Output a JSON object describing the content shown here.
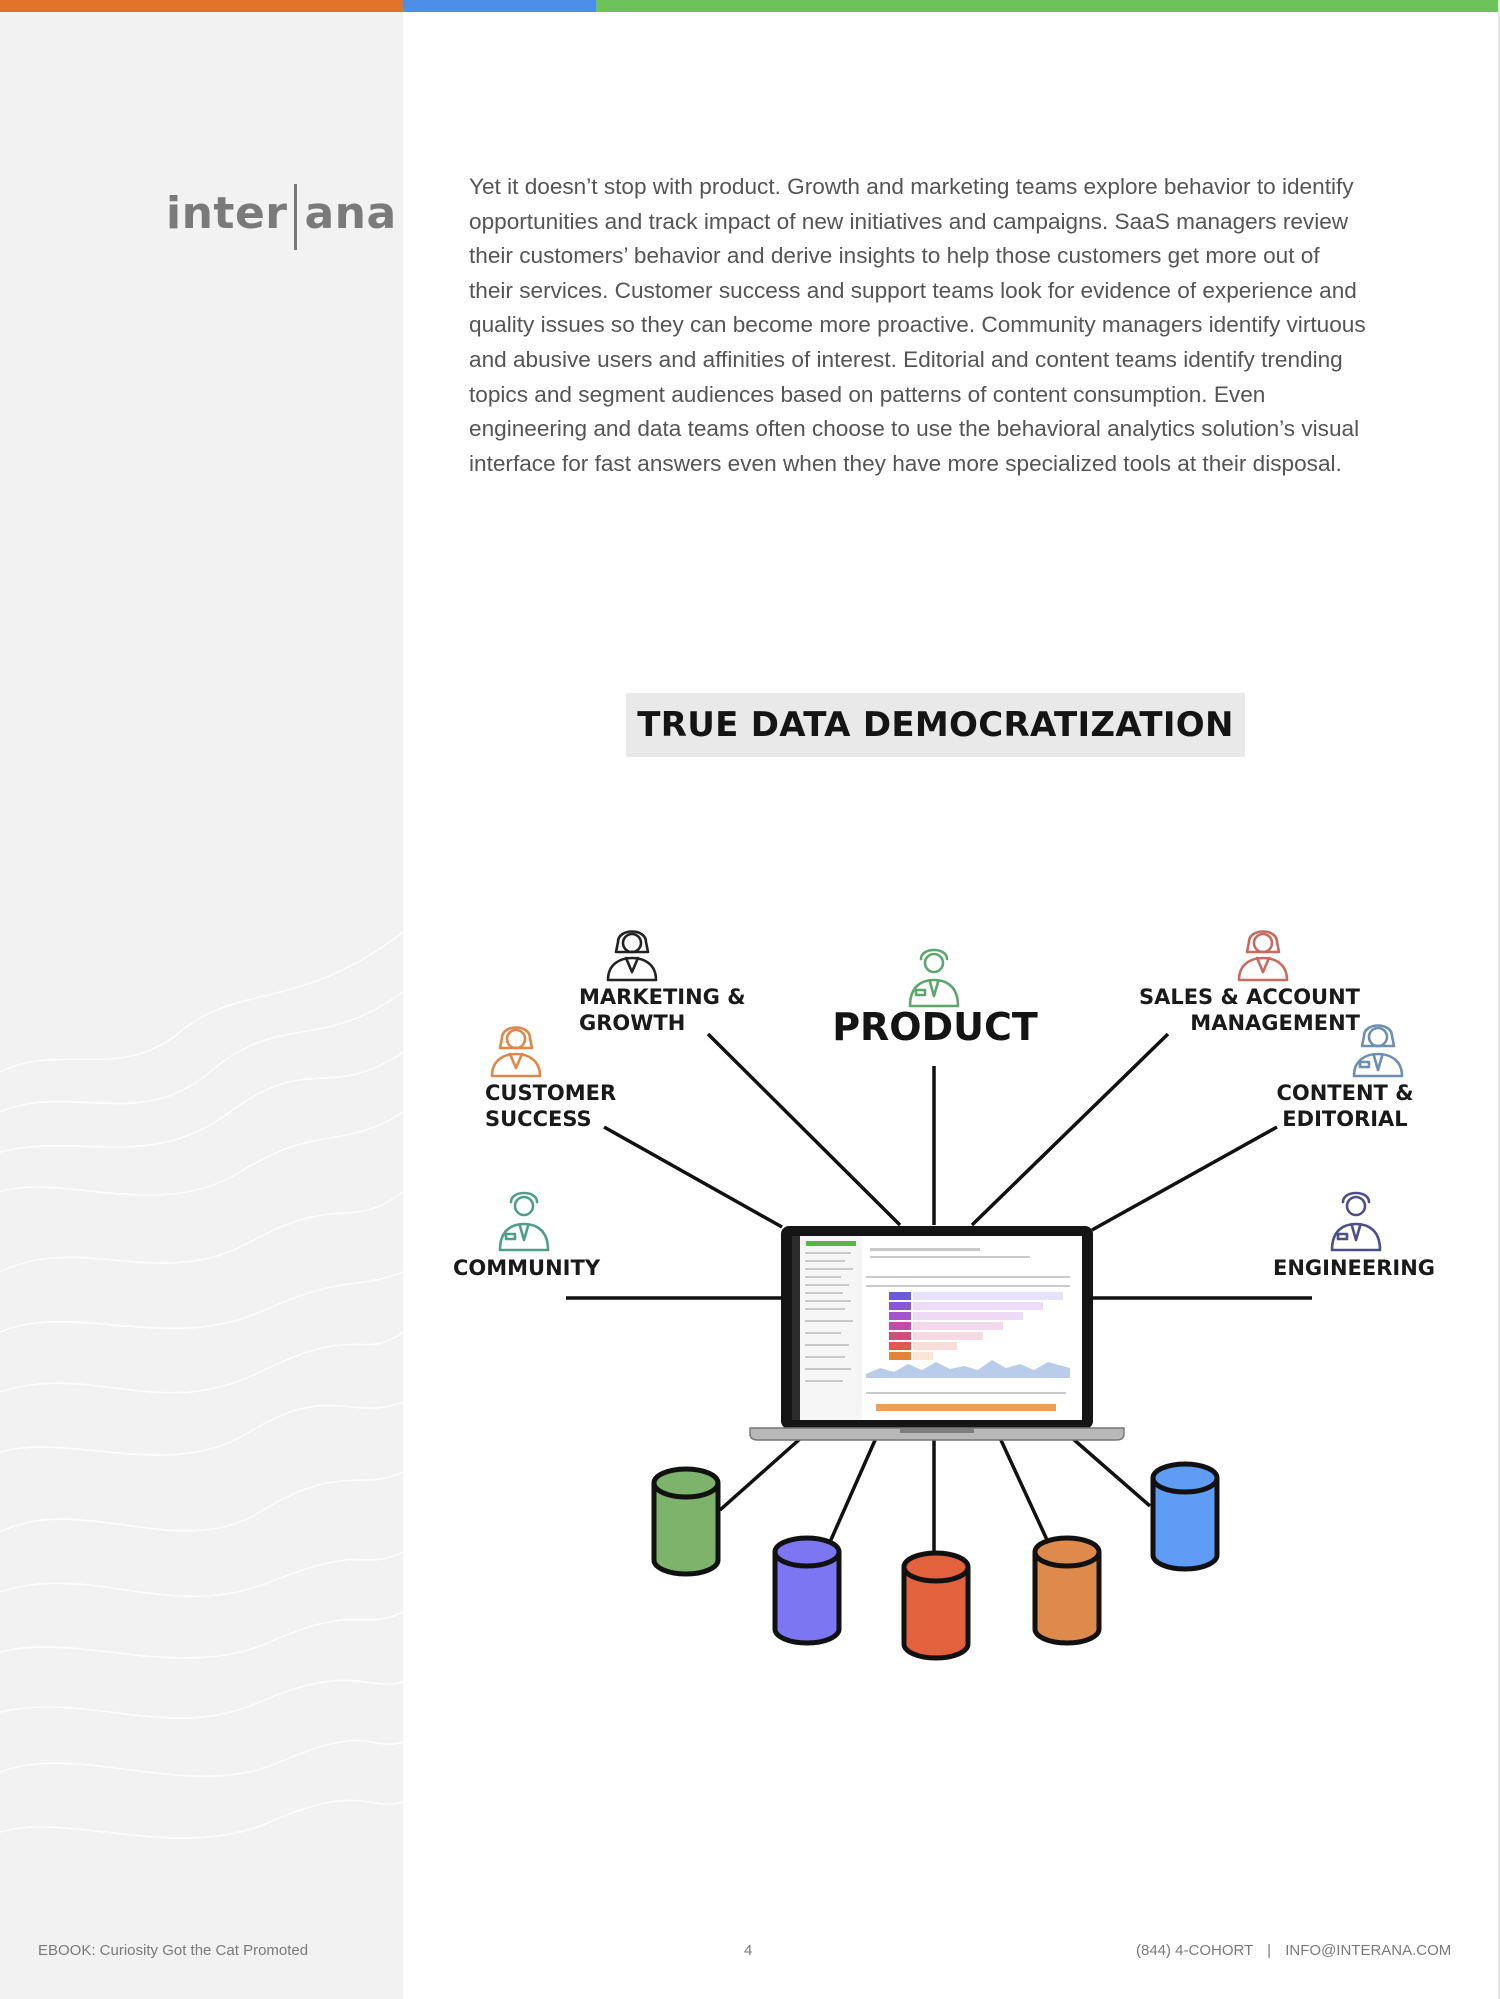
{
  "colors": {
    "bar_orange": "#e0742a",
    "bar_blue": "#4a8ee6",
    "bar_green": "#6cc35a",
    "sidebar_bg": "#f2f2f2",
    "logo_gray": "#7a7a7a",
    "db_green": "#7db36a",
    "db_purple": "#7b76f2",
    "db_red": "#e2623d",
    "db_orange": "#dd8a4c",
    "db_blue": "#5f9cf6"
  },
  "logo": {
    "left": "inter",
    "right": "ana"
  },
  "body_text": "Yet it doesn’t stop with product. Growth and marketing teams explore behavior to identify opportunities and track impact of new initiatives and campaigns. SaaS managers review their customers’ behavior and derive insights to help those customers get more out of their services. Customer success and support teams look for evidence of experience and quality issues so they can become more proactive. Community managers identify virtuous and abusive users and affinities of interest. Editorial and content teams identify trending topics and segment audiences based on patterns of content consumption. Even engineering and data teams often choose to use the behavioral analytics solution’s visual interface for fast answers even when they have more specialized tools at their disposal.",
  "diagram": {
    "title": "TRUE DATA DEMOCRATIZATION",
    "center_label": "PRODUCT",
    "roles": {
      "marketing": "MARKETING &\nGROWTH",
      "sales": "SALES & ACCOUNT\nMANAGEMENT",
      "customer_success": "CUSTOMER\nSUCCESS",
      "content": "CONTENT &\nEDITORIAL",
      "community": "COMMUNITY",
      "engineering": "ENGINEERING"
    },
    "icons": [
      "person-icon-marketing",
      "person-icon-product",
      "person-icon-sales",
      "person-icon-customer-success",
      "person-icon-content",
      "person-icon-community",
      "person-icon-engineering",
      "laptop-icon",
      "database-icon"
    ]
  },
  "footer": {
    "left": "EBOOK: Curiosity Got the Cat Promoted",
    "page": "4",
    "phone": "(844) 4-COHORT",
    "separator": "|",
    "email": "INFO@INTERANA.COM"
  }
}
